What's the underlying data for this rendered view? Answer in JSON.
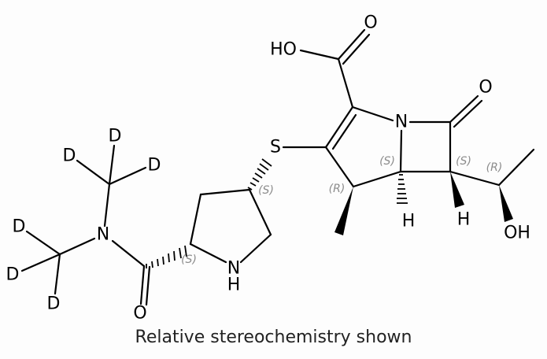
{
  "diagram": {
    "type": "chemical-structure",
    "caption": "Relative stereochemistry shown",
    "atoms": {
      "d1": "D",
      "d2": "D",
      "d3": "D",
      "n_amide": "N",
      "d4": "D",
      "d5": "D",
      "d6": "D",
      "o_amide": "O",
      "n_pyrrolidine": "N",
      "h_pyrrolidine": "H",
      "s_thioether": "S",
      "ho_acid": "HO",
      "o_acid": "O",
      "n_lactam": "N",
      "o_lactam": "O",
      "h5": "H",
      "h6": "H",
      "oh_side": "OH"
    },
    "stereo_labels": {
      "c2_pyrrolidine": "(S)",
      "c4_pyrrolidine": "(S)",
      "c4_carbapenem": "(R)",
      "c5_carbapenem": "(S)",
      "c6_carbapenem": "(S)",
      "c8_hydroxyethyl": "(R)"
    },
    "colors": {
      "bond": "#000000",
      "atom_label": "#000000",
      "stereo_label": "#8c8c8c",
      "background": "#fdfdfd"
    }
  }
}
